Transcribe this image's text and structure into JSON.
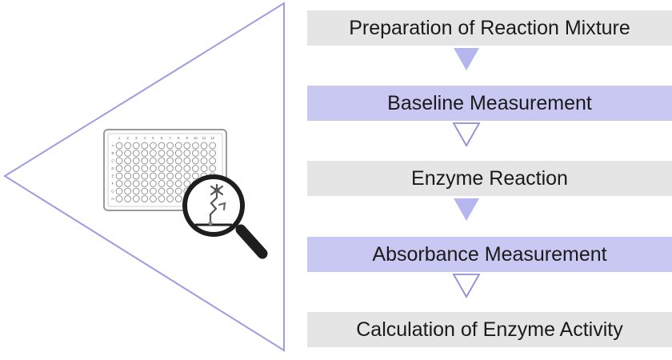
{
  "steps": [
    {
      "label": "Preparation of Reaction Mixture",
      "style": "gray"
    },
    {
      "label": "Baseline Measurement",
      "style": "lavender"
    },
    {
      "label": "Enzyme Reaction",
      "style": "gray"
    },
    {
      "label": "Absorbance Measurement",
      "style": "lavender"
    },
    {
      "label": "Calculation of Enzyme Activity",
      "style": "gray"
    }
  ],
  "arrows": [
    "filled",
    "outline",
    "filled",
    "outline"
  ],
  "plate": {
    "columns": [
      "1",
      "2",
      "3",
      "4",
      "5",
      "6",
      "7",
      "8",
      "9",
      "10",
      "11",
      "12"
    ],
    "rows": [
      "A",
      "B",
      "C",
      "D",
      "E",
      "F",
      "G",
      "H"
    ]
  },
  "colors": {
    "gray_box": "#e5e5e5",
    "lavender_box": "#c8c8f3",
    "triangle_stroke": "#9c9ce0",
    "arrow_filled": "#b6b6ee",
    "arrow_outline": "#8e8ed6",
    "magnifier": "#1e1e1e"
  }
}
